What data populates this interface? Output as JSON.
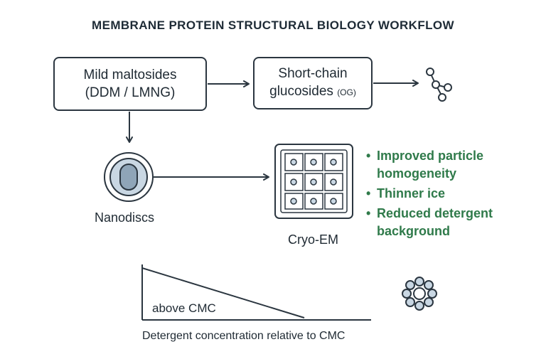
{
  "title": "MEMBRANE PROTEIN STRUCTURAL BIOLOGY WORKFLOW",
  "box1": {
    "line1": "Mild maltosides",
    "line2": "(DDM / LMNG)"
  },
  "box2": {
    "line1": "Short-chain",
    "line2": "glucosides",
    "line2_small": "(OG)"
  },
  "nanodiscs_label": "Nanodiscs",
  "cryoem_label": "Cryo-EM",
  "benefits": [
    {
      "bullet": "•",
      "text": "Improved particle homogeneity"
    },
    {
      "bullet": "•",
      "text": "Thinner ice"
    },
    {
      "bullet": "•",
      "text": "Reduced detergent background"
    }
  ],
  "plot": {
    "inner_label": "above CMC",
    "xlabel": "Detergent concentration relative to CMC"
  },
  "colors": {
    "stroke": "#2b3640",
    "accent_green": "#2f7a4a",
    "fill_blue": "#c9d7e3",
    "fill_dark_blue": "#8fa5b8"
  }
}
